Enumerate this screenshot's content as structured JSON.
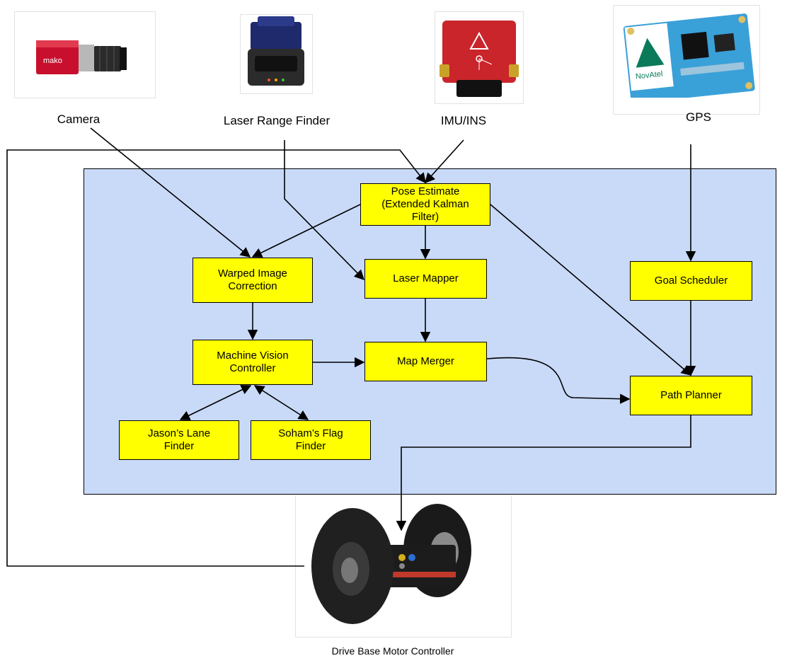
{
  "sources": {
    "camera": {
      "label": "Camera",
      "icon": "camera-icon"
    },
    "laser": {
      "label": "Laser Range Finder",
      "icon": "laser-scanner-icon"
    },
    "imu": {
      "label": "IMU/INS",
      "icon": "imu-icon"
    },
    "gps": {
      "label": "GPS",
      "icon": "gps-board-icon",
      "brand": "NovAtel"
    },
    "camera_brand": "mako"
  },
  "nodes": {
    "pose": "Pose Estimate\n(Extended Kalman\nFilter)",
    "warp": "Warped Image\nCorrection",
    "laser_mapper": "Laser Mapper",
    "goal": "Goal Scheduler",
    "mvc": "Machine Vision\nController",
    "merger": "Map Merger",
    "path": "Path Planner",
    "jason": "Jason’s Lane\nFinder",
    "soham": "Soham’s Flag\nFinder"
  },
  "drive_base": {
    "label": "Drive Base Motor Controller",
    "icon": "robot-drive-base-icon"
  },
  "colors": {
    "panel": "#c9daf8",
    "node": "#ffff00",
    "stroke": "#000000"
  }
}
